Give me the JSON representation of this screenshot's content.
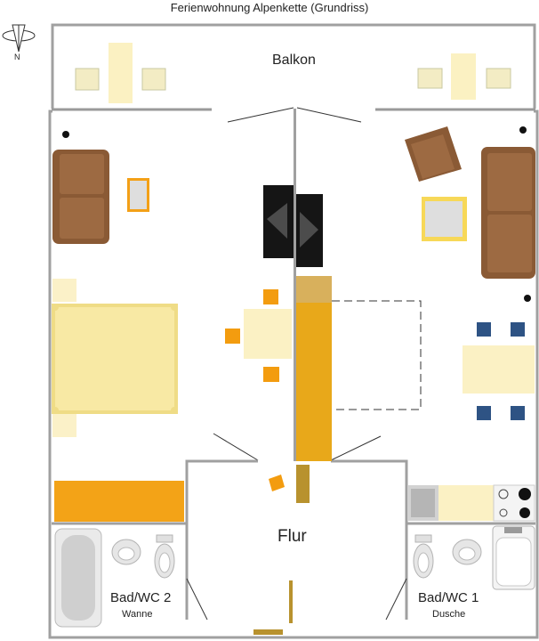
{
  "title": "Ferienwohnung Alpenkette (Grundriss)",
  "compass": {
    "north_label": "N"
  },
  "rooms": {
    "balcony": "Balkon",
    "hallway": "Flur",
    "bath2": {
      "name": "Bad/WC 2",
      "fixture": "Wanne"
    },
    "bath1": {
      "name": "Bad/WC 1",
      "fixture": "Dusche"
    }
  },
  "colors": {
    "wall": "#a8a8a8",
    "sofa": "#8a5a35",
    "bed": "#f8eaa4",
    "wardrobe": "#f2a21b",
    "partition": "#e8aa1a",
    "table": "#fbf1bf",
    "chair_blue": "#2e5384",
    "tv": "#161616"
  }
}
